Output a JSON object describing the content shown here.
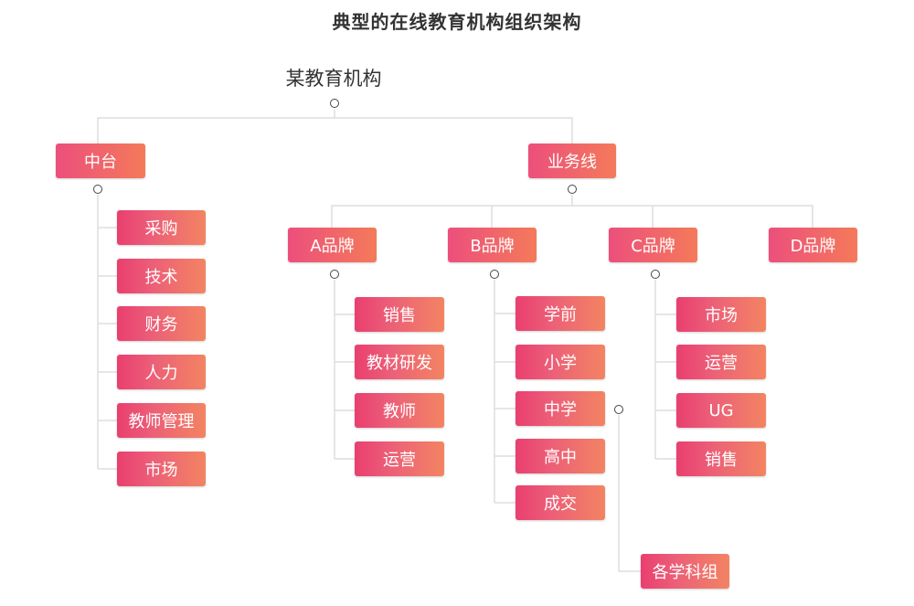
{
  "title": "典型的在线教育机构组织架构",
  "root": "某教育机构",
  "zhongtai": {
    "label": "中台",
    "children": [
      "采购",
      "技术",
      "财务",
      "人力",
      "教师管理",
      "市场"
    ]
  },
  "yewuxian": {
    "label": "业务线",
    "brands": [
      {
        "label": "A品牌",
        "children": [
          "销售",
          "教材研发",
          "教师",
          "运营"
        ]
      },
      {
        "label": "B品牌",
        "children": [
          "学前",
          "小学",
          "中学",
          "高中",
          "成交"
        ],
        "subgroup": "各学科组"
      },
      {
        "label": "C品牌",
        "children": [
          "市场",
          "运营",
          "UG",
          "销售"
        ]
      },
      {
        "label": "D品牌",
        "children": []
      }
    ]
  },
  "colors": {
    "box_gradient_start": "#ec4f7c",
    "box_gradient_end": "#f47a5a",
    "connector": "#dddddd",
    "text": "#333333"
  }
}
